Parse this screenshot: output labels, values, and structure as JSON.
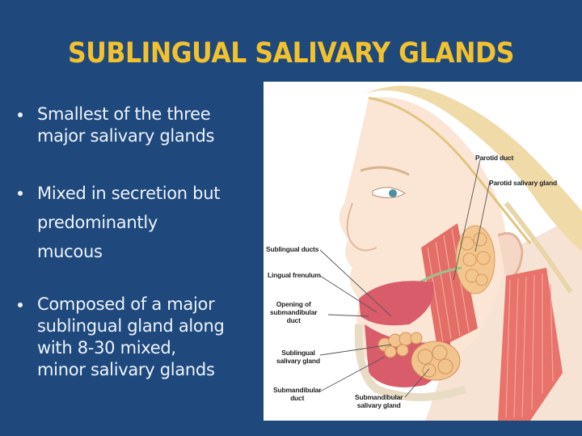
{
  "slide": {
    "title": "SUBLINGUAL SALIVARY GLANDS",
    "background_color": "#1f497d",
    "title_color": "#f2c12e",
    "bullets": [
      {
        "lines": [
          "Smallest of the three",
          "major salivary glands"
        ]
      },
      {
        "lines": [
          "Mixed in secretion but",
          "predominantly",
          "mucous"
        ]
      },
      {
        "lines": [
          "Composed of a major",
          "sublingual gland along",
          "with 8-30 mixed,",
          "minor salivary glands"
        ]
      }
    ]
  },
  "figure": {
    "description": "Anatomical illustration of a head in profile showing salivary glands",
    "labels": {
      "parotid_duct": "Parotid duct",
      "parotid_gland": "Parotid salivary gland",
      "sublingual_ducts": "Sublingual ducts",
      "lingual_frenulum": "Lingual frenulum",
      "opening_submandibular_duct": [
        "Opening of",
        "submandibular",
        "duct"
      ],
      "sublingual_gland": [
        "Sublingual",
        "salivary gland"
      ],
      "submandibular_duct": [
        "Submandibular",
        "duct"
      ],
      "submandibular_gland": [
        "Submandibular",
        "salivary gland"
      ]
    }
  }
}
